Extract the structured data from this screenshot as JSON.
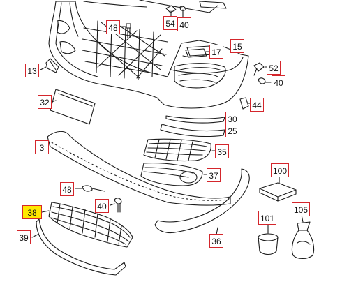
{
  "diagram": {
    "callouts": {
      "c48a": "48",
      "c54": "54",
      "c40a": "40",
      "c17": "17",
      "c15": "15",
      "c13": "13",
      "c52": "52",
      "c40b": "40",
      "c32": "32",
      "c44": "44",
      "c30": "30",
      "c25": "25",
      "c3": "3",
      "c35": "35",
      "c37": "37",
      "c100": "100",
      "c48b": "48",
      "c40c": "40",
      "c38": "38",
      "c101": "101",
      "c105": "105",
      "c39": "39",
      "c36": "36"
    },
    "highlighted_callout": "38",
    "colors": {
      "callout_border": "#d4262c",
      "highlight_fill": "#ffe800",
      "line_art": "#1a1a1a"
    }
  }
}
